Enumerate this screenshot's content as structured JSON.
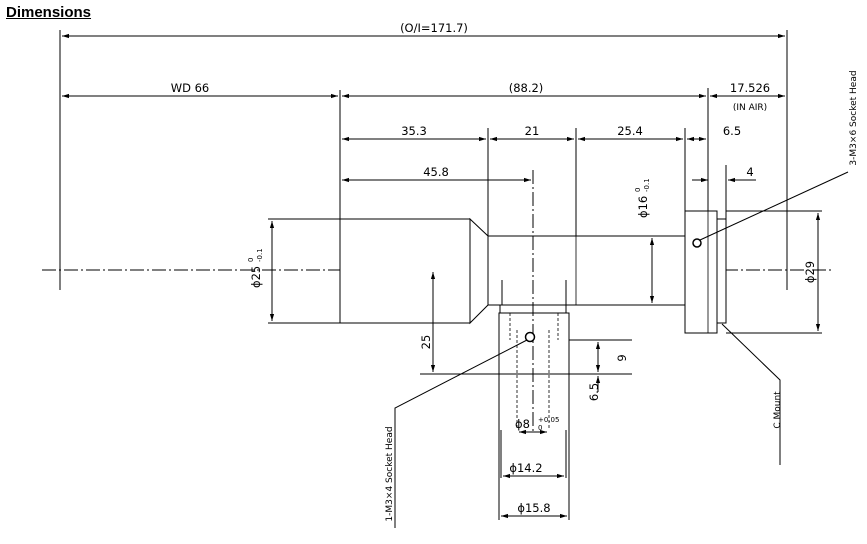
{
  "heading": "Dimensions",
  "dimensions": {
    "overall": "(O/I=171.7)",
    "wd": "WD 66",
    "lens_length": "(88.2)",
    "flange": "17.526",
    "in_air": "(IN AIR)",
    "d_35_3": "35.3",
    "d_21": "21",
    "d_25_4": "25.4",
    "d_6_5_top": "6.5",
    "d_45_8": "45.8",
    "d_4": "4",
    "d_25_height": "25",
    "d_9": "9",
    "d_6_5_side": "6.5",
    "phi_25": "ϕ25",
    "phi_16": "ϕ16",
    "phi_29": "ϕ29",
    "phi_8": "ϕ8",
    "phi_14_2": "ϕ14.2",
    "phi_15_8": "ϕ15.8"
  },
  "tolerances": {
    "phi_25_upper": "0",
    "phi_25_lower": "-0.1",
    "phi_16_upper": "0",
    "phi_16_lower": "-0.1",
    "phi_8_upper": "+0.05",
    "phi_8_lower": "0"
  },
  "callouts": {
    "socket_top": "3-M3×6 Socket Head",
    "socket_bottom": "1-M3×4 Socket Head",
    "c_mount": "C Mount"
  }
}
